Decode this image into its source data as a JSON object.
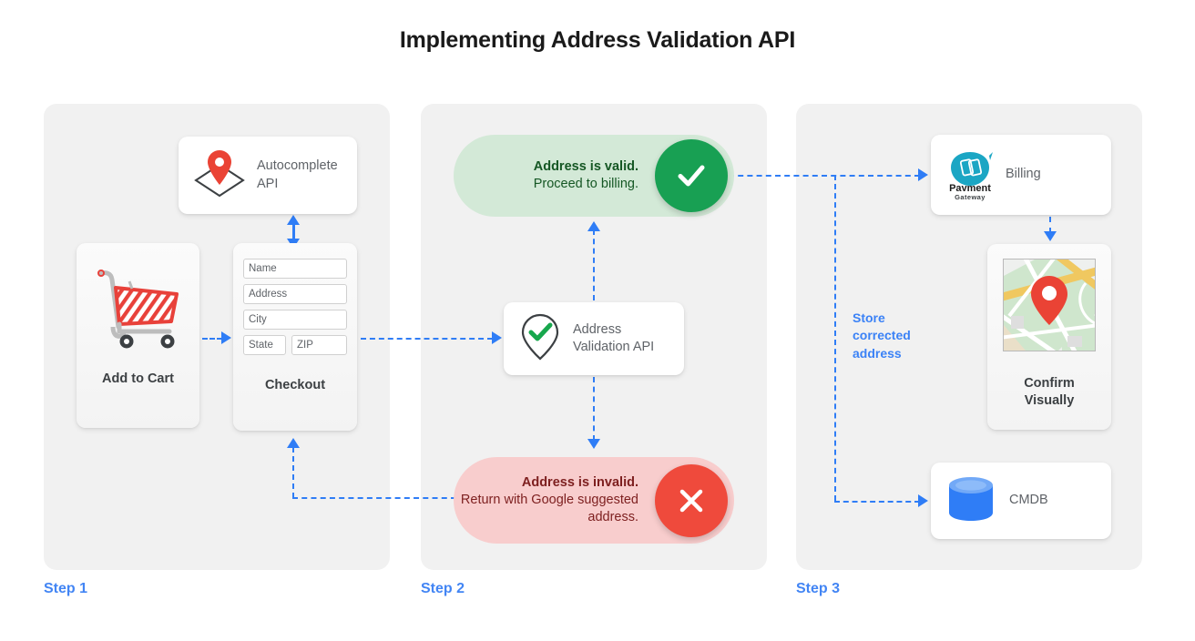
{
  "title": "Implementing Address Validation API",
  "colors": {
    "accent_blue": "#4285f4",
    "connector_blue": "#2f7df6",
    "panel_bg": "#f1f1f1",
    "valid_pill_bg": "#d3e9d7",
    "valid_badge": "#18a053",
    "invalid_pill_bg": "#f8cdcd",
    "invalid_badge": "#ef4a3c",
    "cart_red": "#e8413a",
    "pin_red": "#ea4335",
    "payment_teal": "#1ba6c4",
    "cmdb_blue": "#3b82f6"
  },
  "steps": [
    {
      "label": "Step 1"
    },
    {
      "label": "Step 2"
    },
    {
      "label": "Step 3"
    }
  ],
  "step1": {
    "autocomplete": {
      "icon": "map-pin-diamond-icon",
      "label": "Autocomplete\nAPI",
      "line1": "Autocomplete",
      "line2": "API"
    },
    "add_to_cart": {
      "icon": "shopping-cart-icon",
      "label": "Add to Cart"
    },
    "checkout": {
      "label": "Checkout",
      "fields": [
        {
          "name": "name-field",
          "placeholder": "Name"
        },
        {
          "name": "address-field",
          "placeholder": "Address"
        },
        {
          "name": "city-field",
          "placeholder": "City"
        },
        {
          "name": "state-field",
          "placeholder": "State"
        },
        {
          "name": "zip-field",
          "placeholder": "ZIP"
        }
      ]
    }
  },
  "step2": {
    "valid": {
      "icon": "check-circle-icon",
      "strong": "Address is valid.",
      "detail": "Proceed to billing."
    },
    "invalid": {
      "icon": "x-circle-icon",
      "strong": "Address is invalid.",
      "detail": "Return with Google suggested address."
    },
    "validation_api": {
      "icon": "pin-check-icon",
      "line1": "Address",
      "line2": "Validation API"
    }
  },
  "step3": {
    "billing": {
      "icon": "payment-gateway-icon",
      "logo_line1": "Payment",
      "logo_line2": "Gateway",
      "label": "Billing"
    },
    "confirm": {
      "icon": "map-thumbnail-icon",
      "line1": "Confirm",
      "line2": "Visually"
    },
    "cmdb": {
      "icon": "database-cylinder-icon",
      "label": "CMDB"
    },
    "store_label": "Store corrected address"
  }
}
